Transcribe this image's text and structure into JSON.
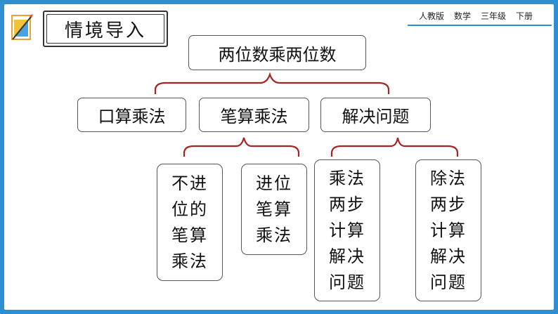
{
  "header": {
    "title": "情境导入",
    "publisher": "人教版",
    "subject": "数学",
    "grade": "三年级",
    "volume": "下册"
  },
  "tree": {
    "root": "两位数乘两位数",
    "branches": {
      "oral": "口算乘法",
      "written": "笔算乘法",
      "solve": "解决问题"
    },
    "leaves": {
      "no_carry": [
        "不进",
        "位的",
        "笔算",
        "乘法"
      ],
      "carry": [
        "进位",
        "笔算",
        "乘法"
      ],
      "mult_two_step": [
        "乘法",
        "两步",
        "计算",
        "解决",
        "问题"
      ],
      "div_two_step": [
        "除法",
        "两步",
        "计算",
        "解决",
        "问题"
      ]
    }
  },
  "colors": {
    "connector": "#a52525",
    "frame": "#2e8fd0"
  }
}
